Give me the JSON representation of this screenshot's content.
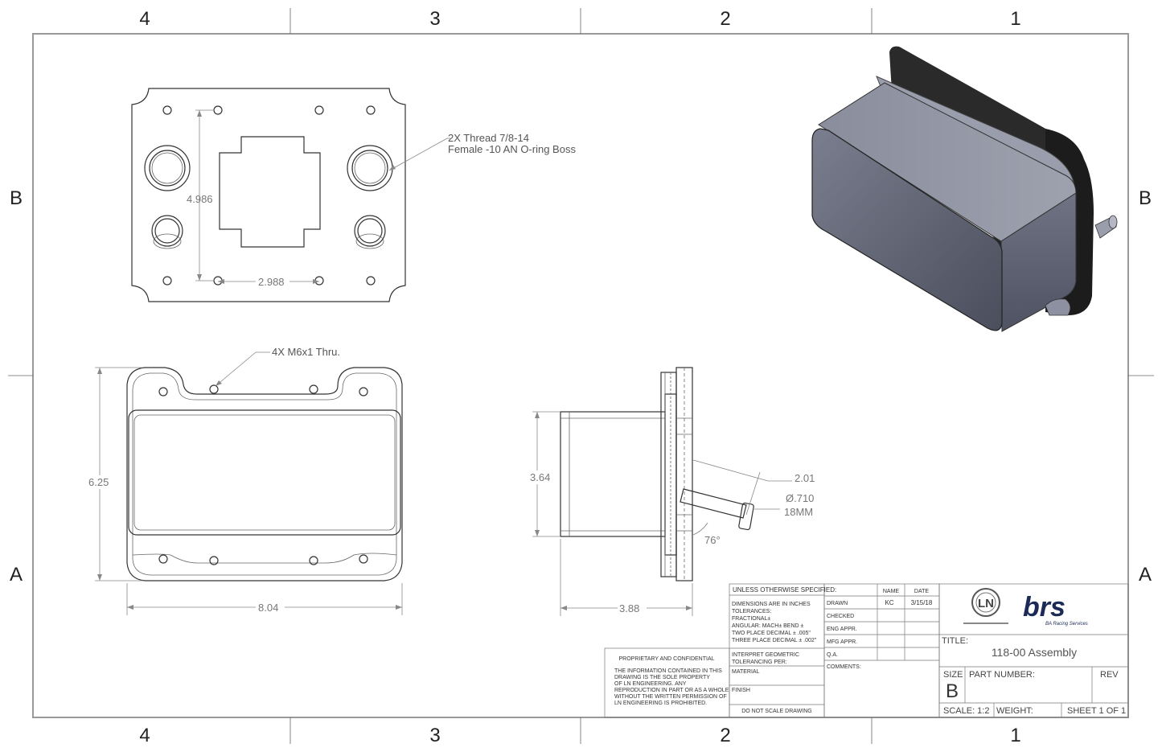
{
  "zones": {
    "columns_top": [
      "4",
      "3",
      "2",
      "1"
    ],
    "columns_bottom": [
      "4",
      "3",
      "2",
      "1"
    ],
    "rows_left": [
      "B",
      "A"
    ],
    "rows_right": [
      "B",
      "A"
    ]
  },
  "views": {
    "top": {
      "dim_height": "4.986",
      "dim_width": "2.988",
      "callout_line1": "2X Thread 7/8-14",
      "callout_line2": "Female -10 AN O-ring Boss"
    },
    "front": {
      "callout": "4X M6x1 Thru.",
      "dim_height": "6.25",
      "dim_width": "8.04"
    },
    "side": {
      "dim_height": "3.64",
      "dim_width": "3.88",
      "dim_offset": "2.01",
      "dim_diameter": "Ø.710",
      "dim_metric": "18MM",
      "dim_angle": "76°"
    }
  },
  "title_block": {
    "tolerances_header": "UNLESS OTHERWISE SPECIFIED:",
    "tolerance_lines": [
      "DIMENSIONS ARE IN INCHES",
      "TOLERANCES:",
      "FRACTIONAL±",
      "ANGULAR: MACH±    BEND ±",
      "TWO PLACE DECIMAL    ± .005\"",
      "THREE PLACE DECIMAL  ± .002\""
    ],
    "interpret": "INTERPRET GEOMETRIC TOLERANCING PER:",
    "interpret_line1": "INTERPRET GEOMETRIC",
    "interpret_line2": "TOLERANCING PER:",
    "material": "MATERIAL",
    "finish": "FINISH",
    "do_not_scale": "DO NOT SCALE DRAWING",
    "proprietary_title": "PROPRIETARY AND CONFIDENTIAL",
    "proprietary_lines": [
      "THE INFORMATION CONTAINED IN THIS",
      "DRAWING IS THE SOLE PROPERTY",
      "OF LN ENGINEERING.  ANY",
      "REPRODUCTION IN PART OR AS A WHOLE",
      "WITHOUT THE WRITTEN PERMISSION OF",
      "LN ENGINEERING IS PROHIBITED."
    ],
    "col_name": "NAME",
    "col_date": "DATE",
    "drawn_label": "DRAWN",
    "drawn_name": "KC",
    "drawn_date": "3/15/18",
    "checked_label": "CHECKED",
    "eng_appr_label": "ENG APPR.",
    "mfg_appr_label": "MFG APPR.",
    "qa_label": "Q.A.",
    "comments_label": "COMMENTS:",
    "title_label": "TITLE:",
    "title_value": "118-00 Assembly",
    "size_label": "SIZE",
    "size_value": "B",
    "part_number_label": "PART NUMBER:",
    "rev_label": "REV",
    "scale": "SCALE: 1:2",
    "weight": "WEIGHT:",
    "sheet": "SHEET 1 OF 1",
    "logo_left": "LN",
    "logo_right": "brs",
    "logo_right_tagline": "BA Racing Services"
  },
  "colors": {
    "border": "#999999",
    "line": "#333333",
    "dimension": "#888888",
    "body_dark": "#4a4d5c",
    "body_mid": "#6c7080",
    "plate": "#1c1c1c"
  }
}
